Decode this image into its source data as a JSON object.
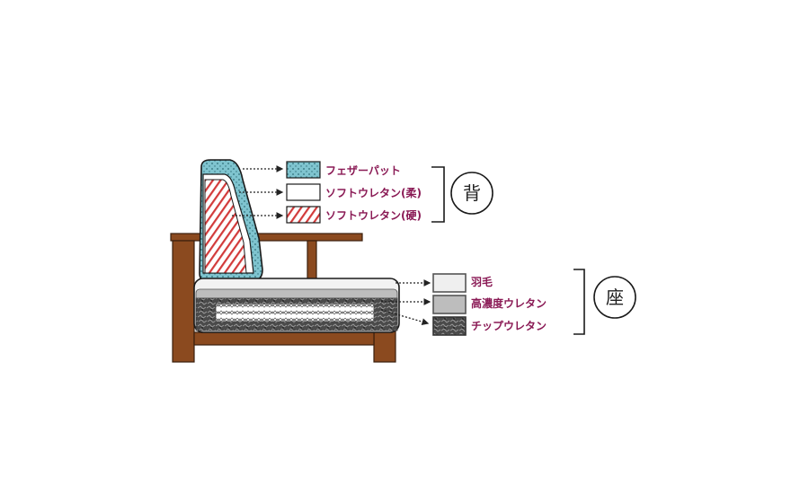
{
  "back_section": {
    "label": "背",
    "layers": [
      {
        "name": "フェザーパット",
        "material": "feather-pad"
      },
      {
        "name": "ソフトウレタン(柔)",
        "material": "soft-urethane-soft"
      },
      {
        "name": "ソフトウレタン(硬)",
        "material": "soft-urethane-hard"
      }
    ]
  },
  "seat_section": {
    "label": "座",
    "layers": [
      {
        "name": "羽毛",
        "material": "down-feather"
      },
      {
        "name": "高濃度ウレタン",
        "material": "high-density-urethane"
      },
      {
        "name": "チップウレタン",
        "material": "chip-urethane"
      }
    ]
  },
  "colors": {
    "label_text": "#8a1a55",
    "frame_wood": "#8b4a1f",
    "frame_outline": "#3a1f0d",
    "feather_pad": "#7fc4cf",
    "hard_urethane_stripe": "#d23a3a",
    "down_feather": "#efefef",
    "high_density_urethane": "#bdbdbd",
    "chip_urethane": "#3a3a3a"
  }
}
